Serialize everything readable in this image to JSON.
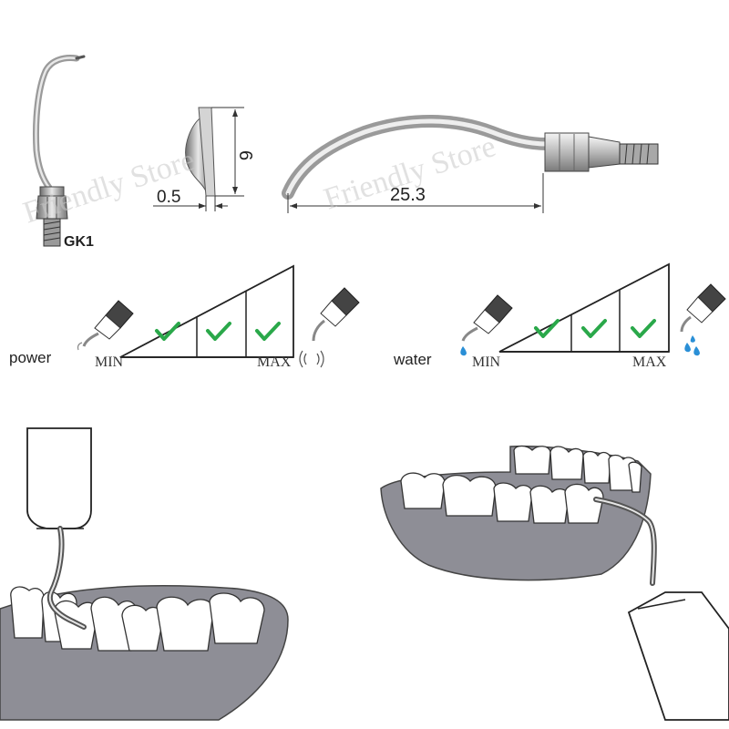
{
  "tip": {
    "model_label": "GK1"
  },
  "dimensions": {
    "thickness": "0.5",
    "height": "6",
    "length": "25.3"
  },
  "watermark": {
    "text": "Friendly Store"
  },
  "power_scale": {
    "label": "power",
    "min_label": "MIN",
    "max_label": "MAX",
    "checks": 3
  },
  "water_scale": {
    "label": "water",
    "min_label": "MIN",
    "max_label": "MAX",
    "checks": 3
  },
  "colors": {
    "check": "#2aa84a",
    "droplet": "#2a8fd6",
    "gum": "#8e8e96",
    "line": "#333333"
  },
  "icons": [
    "check-icon",
    "water-drop-icon",
    "vibration-icon",
    "handpiece-icon"
  ]
}
